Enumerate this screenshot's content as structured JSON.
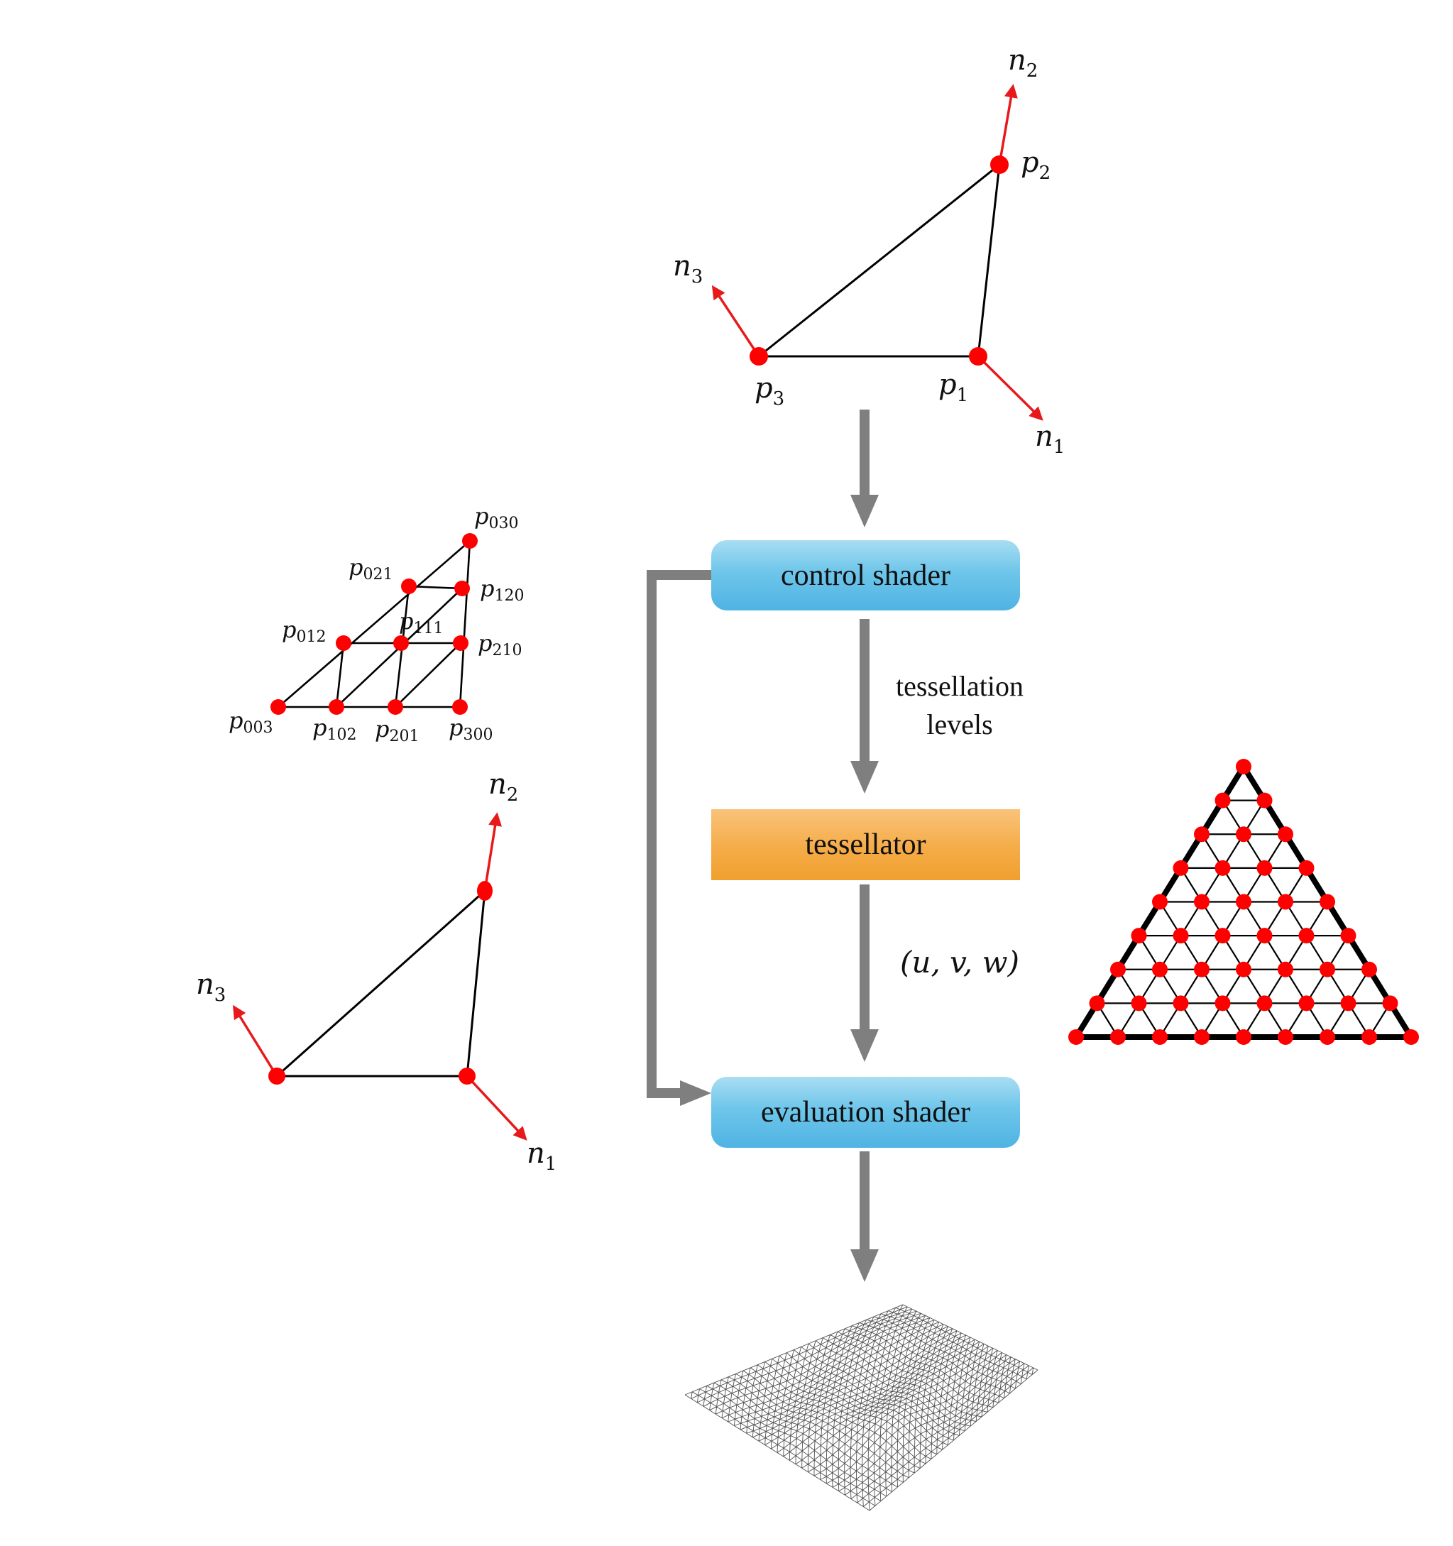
{
  "colors": {
    "point": "#ff0000",
    "normal": "#e8191a",
    "edge": "#000000",
    "flow": "#7f7f7f"
  },
  "pipeline": {
    "control_shader": "control shader",
    "tessellator": "tessellator",
    "evaluation_shader": "evaluation shader",
    "label_levels_1": "tessellation",
    "label_levels_2": "levels",
    "label_uvw": "(u, v, w)"
  },
  "input_patch": {
    "points": [
      {
        "name": "p",
        "sub": "2"
      },
      {
        "name": "p",
        "sub": "3"
      },
      {
        "name": "p",
        "sub": "1"
      }
    ],
    "normals": [
      {
        "name": "n",
        "sub": "2"
      },
      {
        "name": "n",
        "sub": "3"
      },
      {
        "name": "n",
        "sub": "1"
      }
    ]
  },
  "control_net": {
    "points": [
      {
        "name": "p",
        "sub": "030"
      },
      {
        "name": "p",
        "sub": "021"
      },
      {
        "name": "p",
        "sub": "120"
      },
      {
        "name": "p",
        "sub": "012"
      },
      {
        "name": "p",
        "sub": "111"
      },
      {
        "name": "p",
        "sub": "210"
      },
      {
        "name": "p",
        "sub": "003"
      },
      {
        "name": "p",
        "sub": "102"
      },
      {
        "name": "p",
        "sub": "201"
      },
      {
        "name": "p",
        "sub": "300"
      }
    ]
  },
  "output_patch": {
    "normals": [
      {
        "name": "n",
        "sub": "2"
      },
      {
        "name": "n",
        "sub": "3"
      },
      {
        "name": "n",
        "sub": "1"
      }
    ]
  },
  "tessellated_triangle": {
    "subdivisions": 8
  },
  "mesh": {
    "icon": "wireframe-terrain-mesh"
  }
}
